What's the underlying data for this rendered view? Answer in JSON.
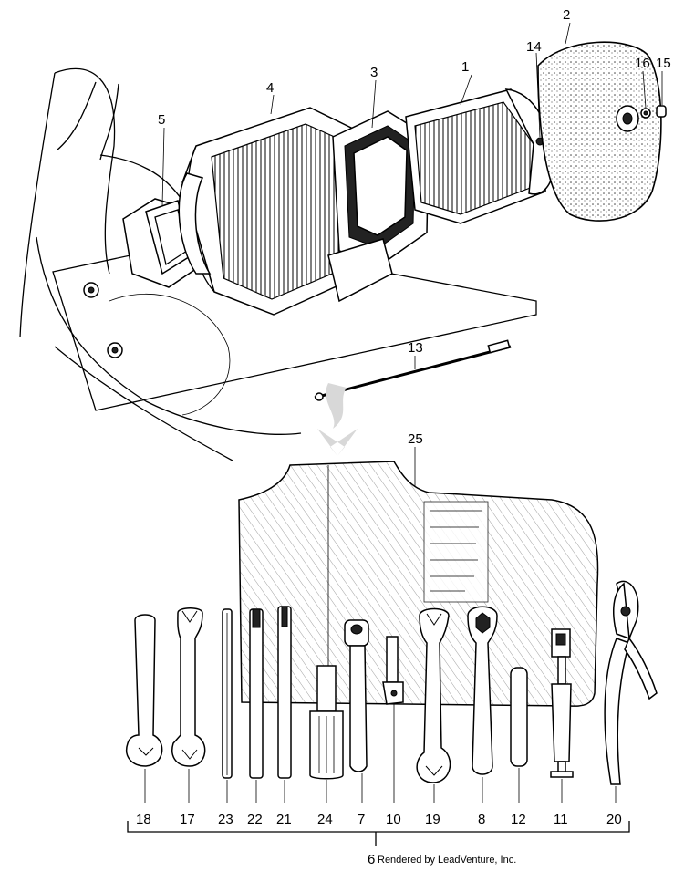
{
  "callouts": {
    "c1": "1",
    "c2": "2",
    "c3": "3",
    "c4": "4",
    "c5": "5",
    "c13": "13",
    "c14": "14",
    "c15": "15",
    "c16": "16",
    "c25": "25",
    "c18": "18",
    "c17": "17",
    "c23": "23",
    "c22": "22",
    "c21": "21",
    "c24": "24",
    "c7": "7",
    "c10": "10",
    "c19": "19",
    "c8": "8",
    "c12": "12",
    "c11": "11",
    "c20": "20",
    "c6": "6"
  },
  "footer": {
    "credit": "Rendered by LeadVenture, Inc."
  }
}
